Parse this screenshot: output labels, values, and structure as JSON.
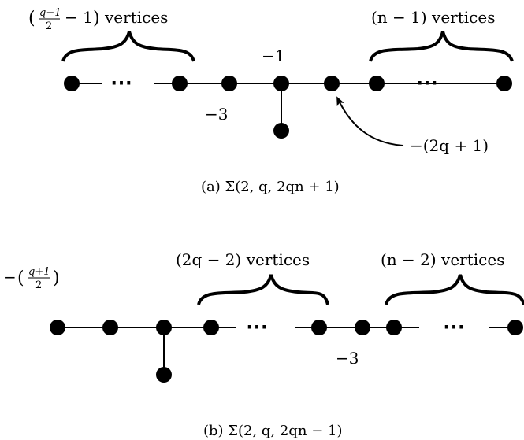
{
  "figure_a": {
    "left_group_label": "(q−1 / 2 − 1) vertices",
    "left_group_frac_num": "q−1",
    "left_group_frac_den": "2",
    "left_group_rest": "− 1",
    "left_group_unit": "vertices",
    "right_group_label": "(n − 1) vertices",
    "weight_top": "−1",
    "weight_bottom": "−3",
    "weight_arrow": "−(2q + 1)",
    "caption": "(a) Σ(2, q, 2qn + 1)"
  },
  "figure_b": {
    "left_weight_prefix": "−",
    "left_weight_frac_num": "q+1",
    "left_weight_frac_den": "2",
    "mid_group_label": "(2q − 2) vertices",
    "right_group_label": "(n − 2) vertices",
    "weight_bottom": "−3",
    "caption": "(b) Σ(2, q, 2qn − 1)"
  },
  "icons": {
    "ellipsis": "⋯"
  }
}
